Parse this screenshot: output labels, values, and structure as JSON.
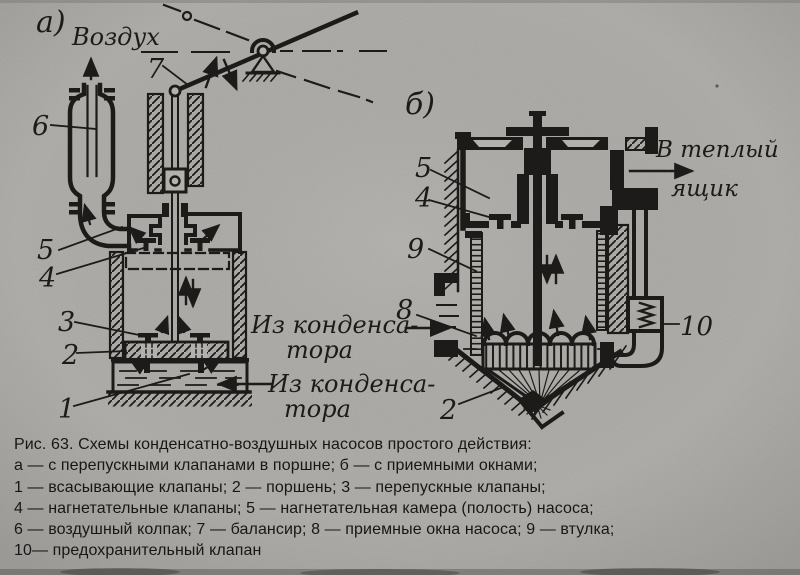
{
  "colors": {
    "paper": "#b2b1ad",
    "ink": "#1c1b19"
  },
  "panel_a": {
    "label": "а)",
    "air_text": "Воздух",
    "callout_7": "7",
    "callout_6": "6",
    "callout_5": "5",
    "callout_4": "4",
    "callout_3": "3",
    "callout_2": "2",
    "callout_1": "1",
    "from_condenser": {
      "line1": "Из конденса-",
      "line2": "тора"
    }
  },
  "panel_b": {
    "label": "б)",
    "warm_box": {
      "line1": "В теплый",
      "line2": "ящик"
    },
    "callout_5": "5",
    "callout_4": "4",
    "callout_9": "9",
    "callout_8": "8",
    "callout_2": "2",
    "callout_10": "10",
    "from_condenser": {
      "line1": "Из конденса-",
      "line2": "тора"
    }
  },
  "caption": {
    "line1": "Рис. 63. Схемы конденсатно-воздушных насосов простого действия:",
    "line2": "а — с перепускными клапанами в поршне; б — с приемными окнами;",
    "line3": "1 — всасывающие клапаны; 2 — поршень; 3 — перепускные клапаны;",
    "line4": "4 — нагнетательные клапаны; 5 — нагнетательная камера (полость) насоса;",
    "line5": "6 — воздушный колпак; 7 — балансир; 8 — приемные окна насоса; 9 — втулка;",
    "line6": "10— предохранительный клапан"
  }
}
